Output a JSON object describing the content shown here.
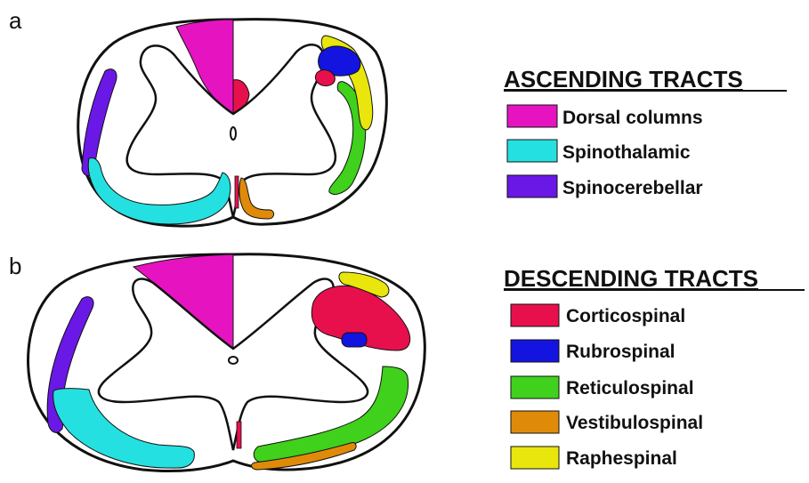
{
  "panels": {
    "a": "a",
    "b": "b"
  },
  "legend": {
    "ascending_title": "ASCENDING TRACTS",
    "ascending": [
      {
        "label": "Dorsal columns",
        "color": "#e614c0"
      },
      {
        "label": "Spinothalamic",
        "color": "#25e0e0"
      },
      {
        "label": "Spinocerebellar",
        "color": "#6a18e6"
      }
    ],
    "descending_title": "DESCENDING TRACTS",
    "descending": [
      {
        "label": "Corticospinal",
        "color": "#e8104c"
      },
      {
        "label": "Rubrospinal",
        "color": "#1414e0"
      },
      {
        "label": "Reticulospinal",
        "color": "#3fd11c"
      },
      {
        "label": "Vestibulospinal",
        "color": "#e08a0a"
      },
      {
        "label": "Raphespinal",
        "color": "#e8e60c"
      }
    ]
  }
}
